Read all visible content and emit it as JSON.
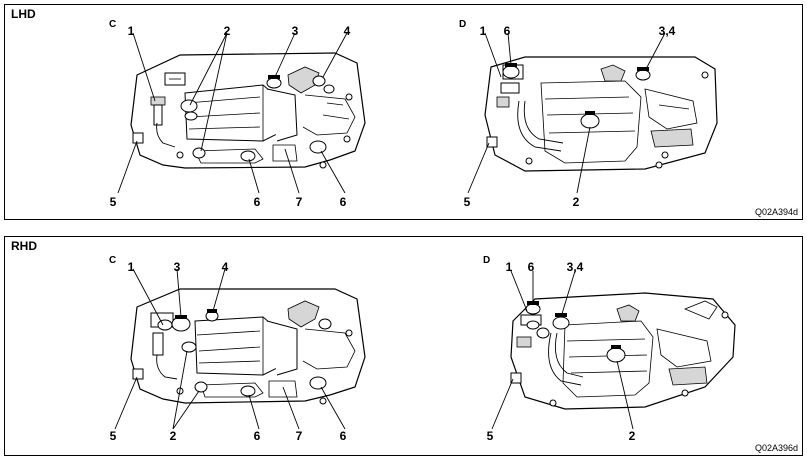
{
  "panels": [
    {
      "title": "LHD",
      "views": [
        {
          "letter": "C",
          "callouts": [
            "1",
            "2",
            "3",
            "4",
            "5",
            "6",
            "7",
            "6"
          ]
        },
        {
          "letter": "D",
          "callouts": [
            "1",
            "6",
            "3,4",
            "5",
            "2"
          ]
        }
      ],
      "code": "Q02A394d"
    },
    {
      "title": "RHD",
      "views": [
        {
          "letter": "C",
          "callouts": [
            "1",
            "3",
            "4",
            "5",
            "2",
            "6",
            "7",
            "6"
          ]
        },
        {
          "letter": "D",
          "callouts": [
            "1",
            "6",
            "3,4",
            "5",
            "2"
          ]
        }
      ],
      "code": "Q02A396d"
    }
  ]
}
